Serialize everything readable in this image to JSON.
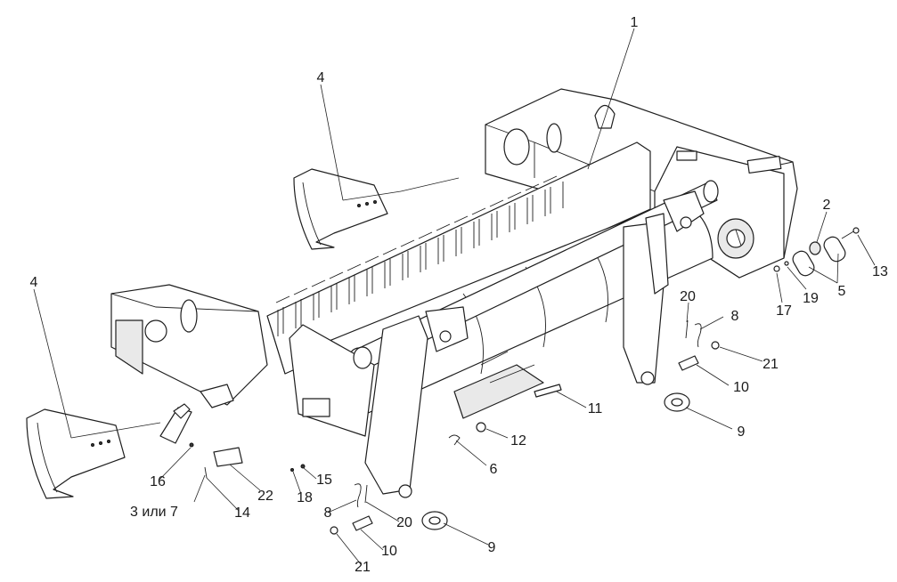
{
  "diagram": {
    "callouts": [
      {
        "id": "c1",
        "label": "1"
      },
      {
        "id": "c2",
        "label": "2"
      },
      {
        "id": "c4a",
        "label": "4"
      },
      {
        "id": "c4b",
        "label": "4"
      },
      {
        "id": "c13",
        "label": "13"
      },
      {
        "id": "c5",
        "label": "5"
      },
      {
        "id": "c19",
        "label": "19"
      },
      {
        "id": "c17",
        "label": "17"
      },
      {
        "id": "c20a",
        "label": "20"
      },
      {
        "id": "c8a",
        "label": "8"
      },
      {
        "id": "c21a",
        "label": "21"
      },
      {
        "id": "c10a",
        "label": "10"
      },
      {
        "id": "c9a",
        "label": "9"
      },
      {
        "id": "c11",
        "label": "11"
      },
      {
        "id": "c12",
        "label": "12"
      },
      {
        "id": "c6",
        "label": "6"
      },
      {
        "id": "c15",
        "label": "15"
      },
      {
        "id": "c18",
        "label": "18"
      },
      {
        "id": "c22",
        "label": "22"
      },
      {
        "id": "c14",
        "label": "14"
      },
      {
        "id": "c16",
        "label": "16"
      },
      {
        "id": "c3or7",
        "label": "3 или 7"
      },
      {
        "id": "c8b",
        "label": "8"
      },
      {
        "id": "c20b",
        "label": "20"
      },
      {
        "id": "c10b",
        "label": "10"
      },
      {
        "id": "c9b",
        "label": "9"
      },
      {
        "id": "c21b",
        "label": "21"
      }
    ]
  }
}
